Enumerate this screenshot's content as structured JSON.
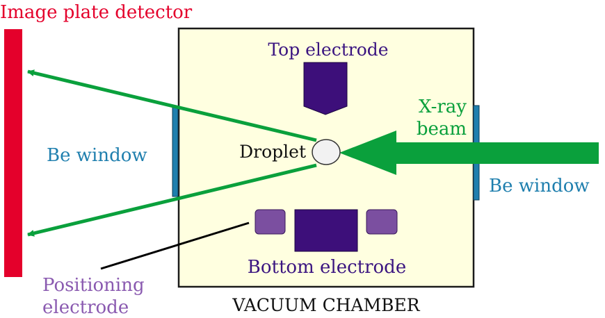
{
  "labels": {
    "detector": "Image plate detector",
    "top_electrode": "Top electrode",
    "xray_line1": "X-ray",
    "xray_line2": "beam",
    "be_window_left": "Be window",
    "be_window_right": "Be window",
    "droplet": "Droplet",
    "bottom_electrode": "Bottom electrode",
    "positioning_line1": "Positioning",
    "positioning_line2": "electrode",
    "chamber": "VACUUM CHAMBER"
  },
  "colors": {
    "detector_red": "#e4002b",
    "chamber_fill": "#ffffe0",
    "chamber_border": "#1a1a1a",
    "beam_green": "#0aa03c",
    "window_blue": "#1f7fae",
    "electrode_dark": "#3d0f7a",
    "electrode_light": "#7b4fa0",
    "positioning_text": "#8a5ab0",
    "label_purple": "#3a1480",
    "droplet_fill": "#f2f2f2",
    "text_black": "#111111"
  }
}
